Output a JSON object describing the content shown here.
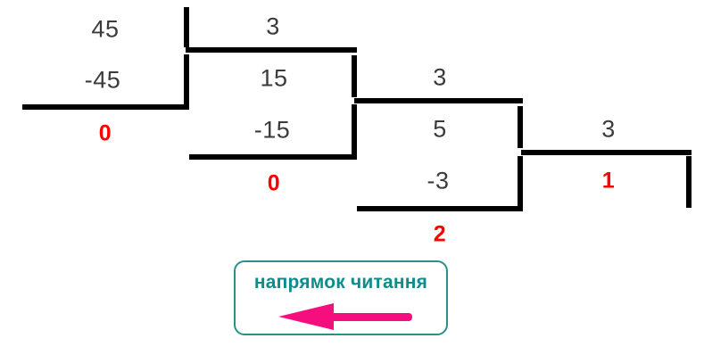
{
  "diagram": {
    "type": "long-division-chain",
    "title_visible": false,
    "ink_color": "#3b3b3b",
    "remainder_color": "#ff0000",
    "rule_color": "#000000",
    "steps": [
      {
        "id": "step-1",
        "dividend": "45",
        "subtrahend": "-45",
        "remainder": "0",
        "quotient_digit": "3"
      },
      {
        "id": "step-2",
        "dividend": "15",
        "subtrahend": "-15",
        "remainder": "0",
        "quotient_digit": "3"
      },
      {
        "id": "step-3",
        "dividend": "5",
        "subtrahend": "-3",
        "remainder": "2",
        "quotient_digit": "3"
      },
      {
        "id": "step-4",
        "quotient_digit": "3",
        "remainder": "1"
      }
    ]
  },
  "legend": {
    "label": "напрямок читання",
    "label_color": "#0e8c8c",
    "border_color": "#2a8f8a",
    "arrow_color": "#f50f7e",
    "arrow_direction": "left"
  }
}
